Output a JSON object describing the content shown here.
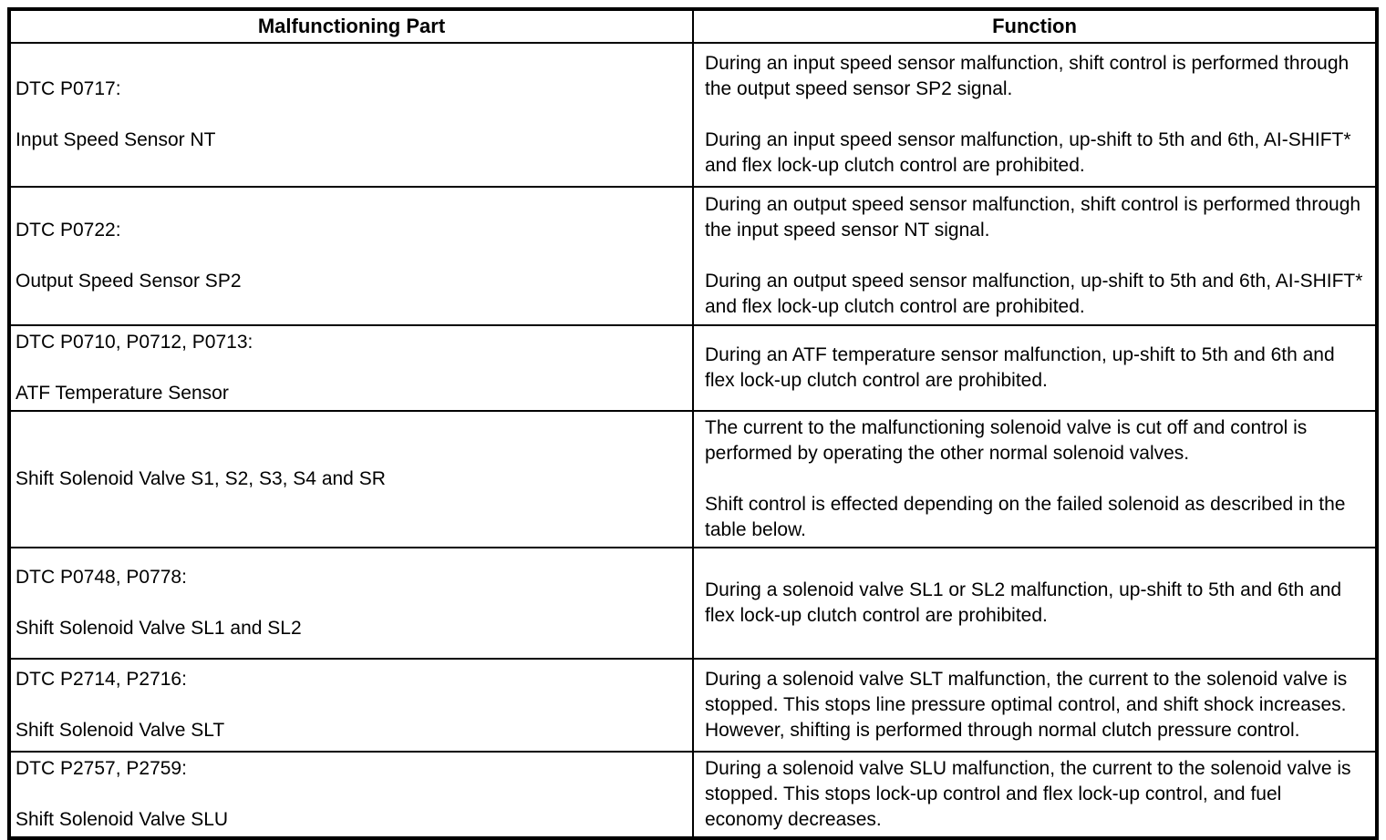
{
  "colors": {
    "text": "#000000",
    "border": "#000000",
    "background": "#ffffff"
  },
  "table": {
    "headers": {
      "part": "Malfunctioning Part",
      "function": "Function"
    },
    "rows": [
      {
        "part": [
          "DTC P0717:",
          "Input Speed Sensor NT"
        ],
        "function": [
          "During an input speed sensor malfunction, shift control is performed through the output speed sensor SP2 signal.",
          "During an input speed sensor malfunction, up-shift to 5th and 6th, AI-SHIFT* and flex lock-up clutch control are prohibited."
        ]
      },
      {
        "part": [
          "DTC P0722:",
          "Output Speed Sensor SP2"
        ],
        "function": [
          "During an output speed sensor malfunction, shift control is performed through the input speed sensor NT signal.",
          "During an output speed sensor malfunction, up-shift to 5th and 6th, AI-SHIFT* and flex lock-up clutch control are prohibited."
        ]
      },
      {
        "part": [
          "DTC P0710, P0712, P0713:",
          "ATF Temperature Sensor"
        ],
        "function": [
          "During an ATF temperature sensor malfunction, up-shift to 5th and 6th and flex lock-up clutch control are prohibited."
        ]
      },
      {
        "part": [
          "Shift Solenoid Valve S1, S2, S3, S4 and SR"
        ],
        "function": [
          "The current to the malfunctioning solenoid valve is cut off and control is performed by operating the other normal solenoid valves.",
          "Shift control is effected depending on the failed solenoid as described in the table below."
        ]
      },
      {
        "part": [
          "DTC P0748, P0778:",
          "Shift Solenoid Valve SL1 and SL2"
        ],
        "function": [
          "During a solenoid valve SL1 or SL2 malfunction, up-shift to 5th and 6th and flex lock-up clutch control are prohibited."
        ]
      },
      {
        "part": [
          "DTC P2714, P2716:",
          "Shift Solenoid Valve SLT"
        ],
        "function": [
          "During a solenoid valve SLT malfunction, the current to the solenoid valve is stopped. This stops line pressure optimal control, and shift shock increases. However, shifting is performed through normal clutch pressure control."
        ]
      },
      {
        "part": [
          "DTC P2757, P2759:",
          "Shift Solenoid Valve SLU"
        ],
        "function": [
          "During a solenoid valve SLU malfunction, the current to the solenoid valve is stopped. This stops lock-up control and flex lock-up control, and fuel economy decreases."
        ]
      }
    ]
  }
}
